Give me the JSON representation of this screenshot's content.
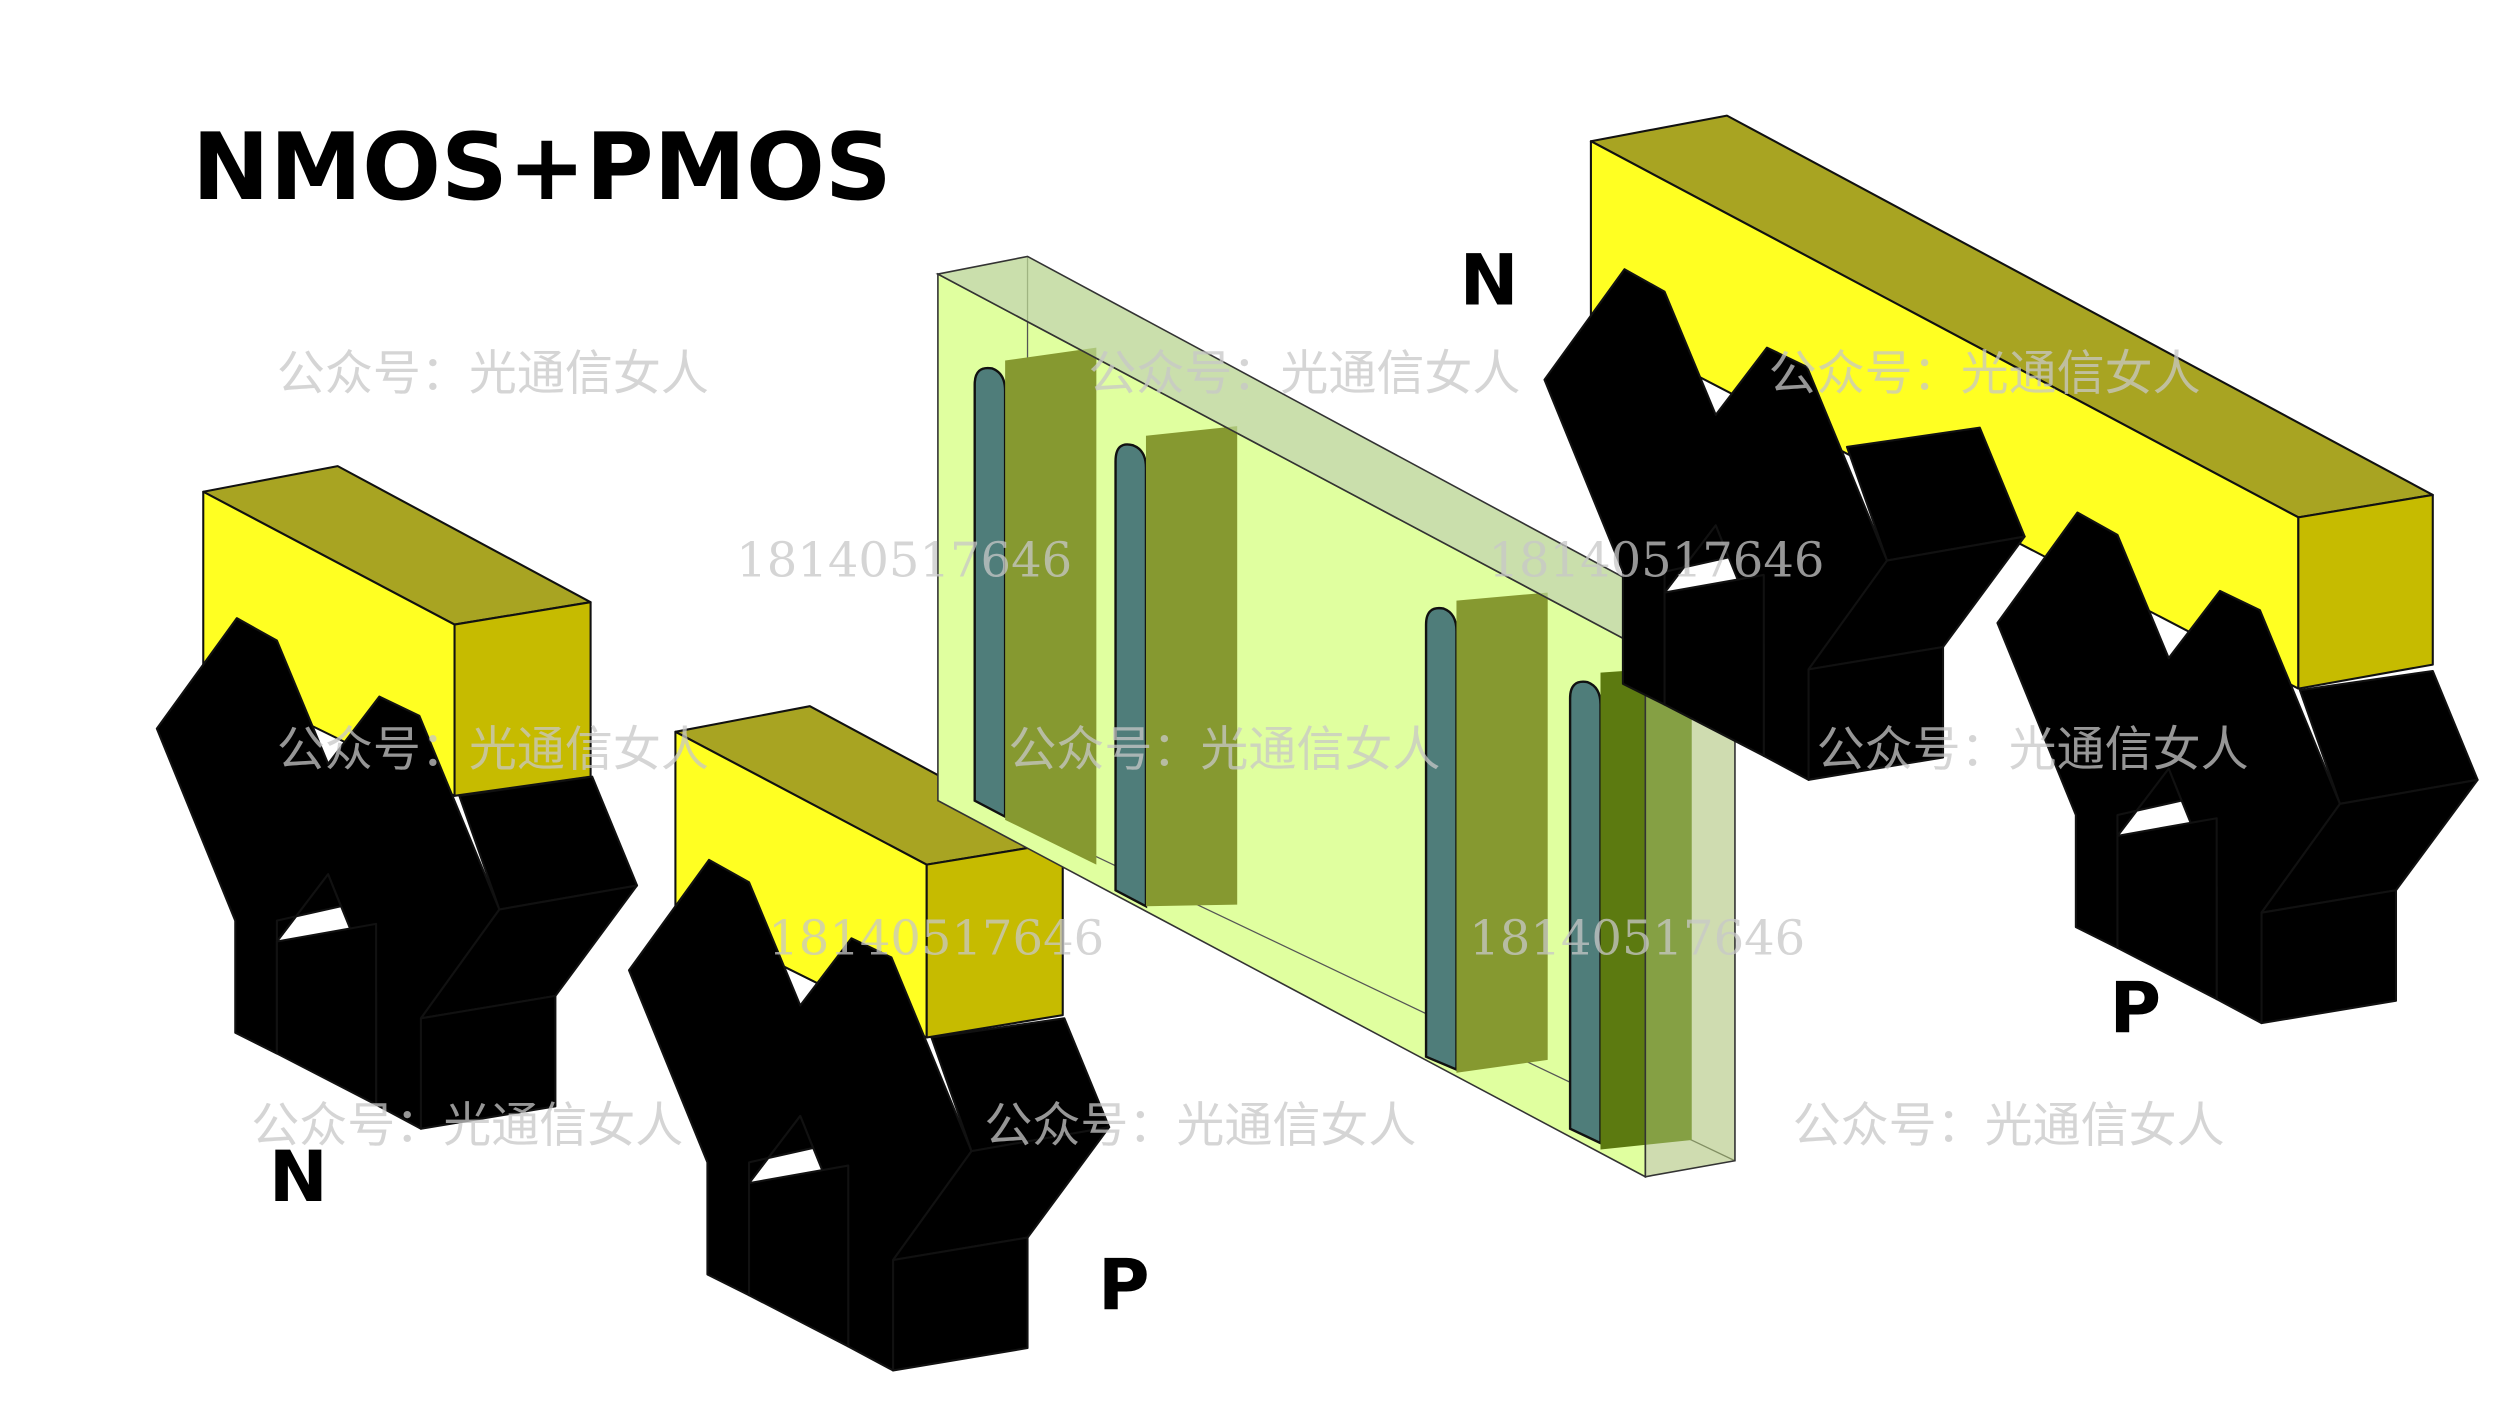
{
  "title": "NMOS+PMOS",
  "labels": {
    "n_left": "N",
    "p_left": "P",
    "n_right": "N",
    "p_right": "P"
  },
  "watermarks": {
    "account": "公众号：光通信女人",
    "phone": "18140517646"
  },
  "colors": {
    "n_front": "#fdd5da",
    "n_side": "#a87272",
    "n_dark": "#6a4a4a",
    "n_leg": "#c38888",
    "p_front": "#914cb0",
    "p_side": "#4c1c58",
    "p_dark": "#30133a",
    "p_leg": "#5a2068",
    "gate_front": "#ffff22",
    "gate_top": "#a8a422",
    "gate_side": "#c6bb00",
    "fin_teal": "#4f7d7a",
    "fin_olive": "#869930",
    "box": "#e0ff9f"
  }
}
